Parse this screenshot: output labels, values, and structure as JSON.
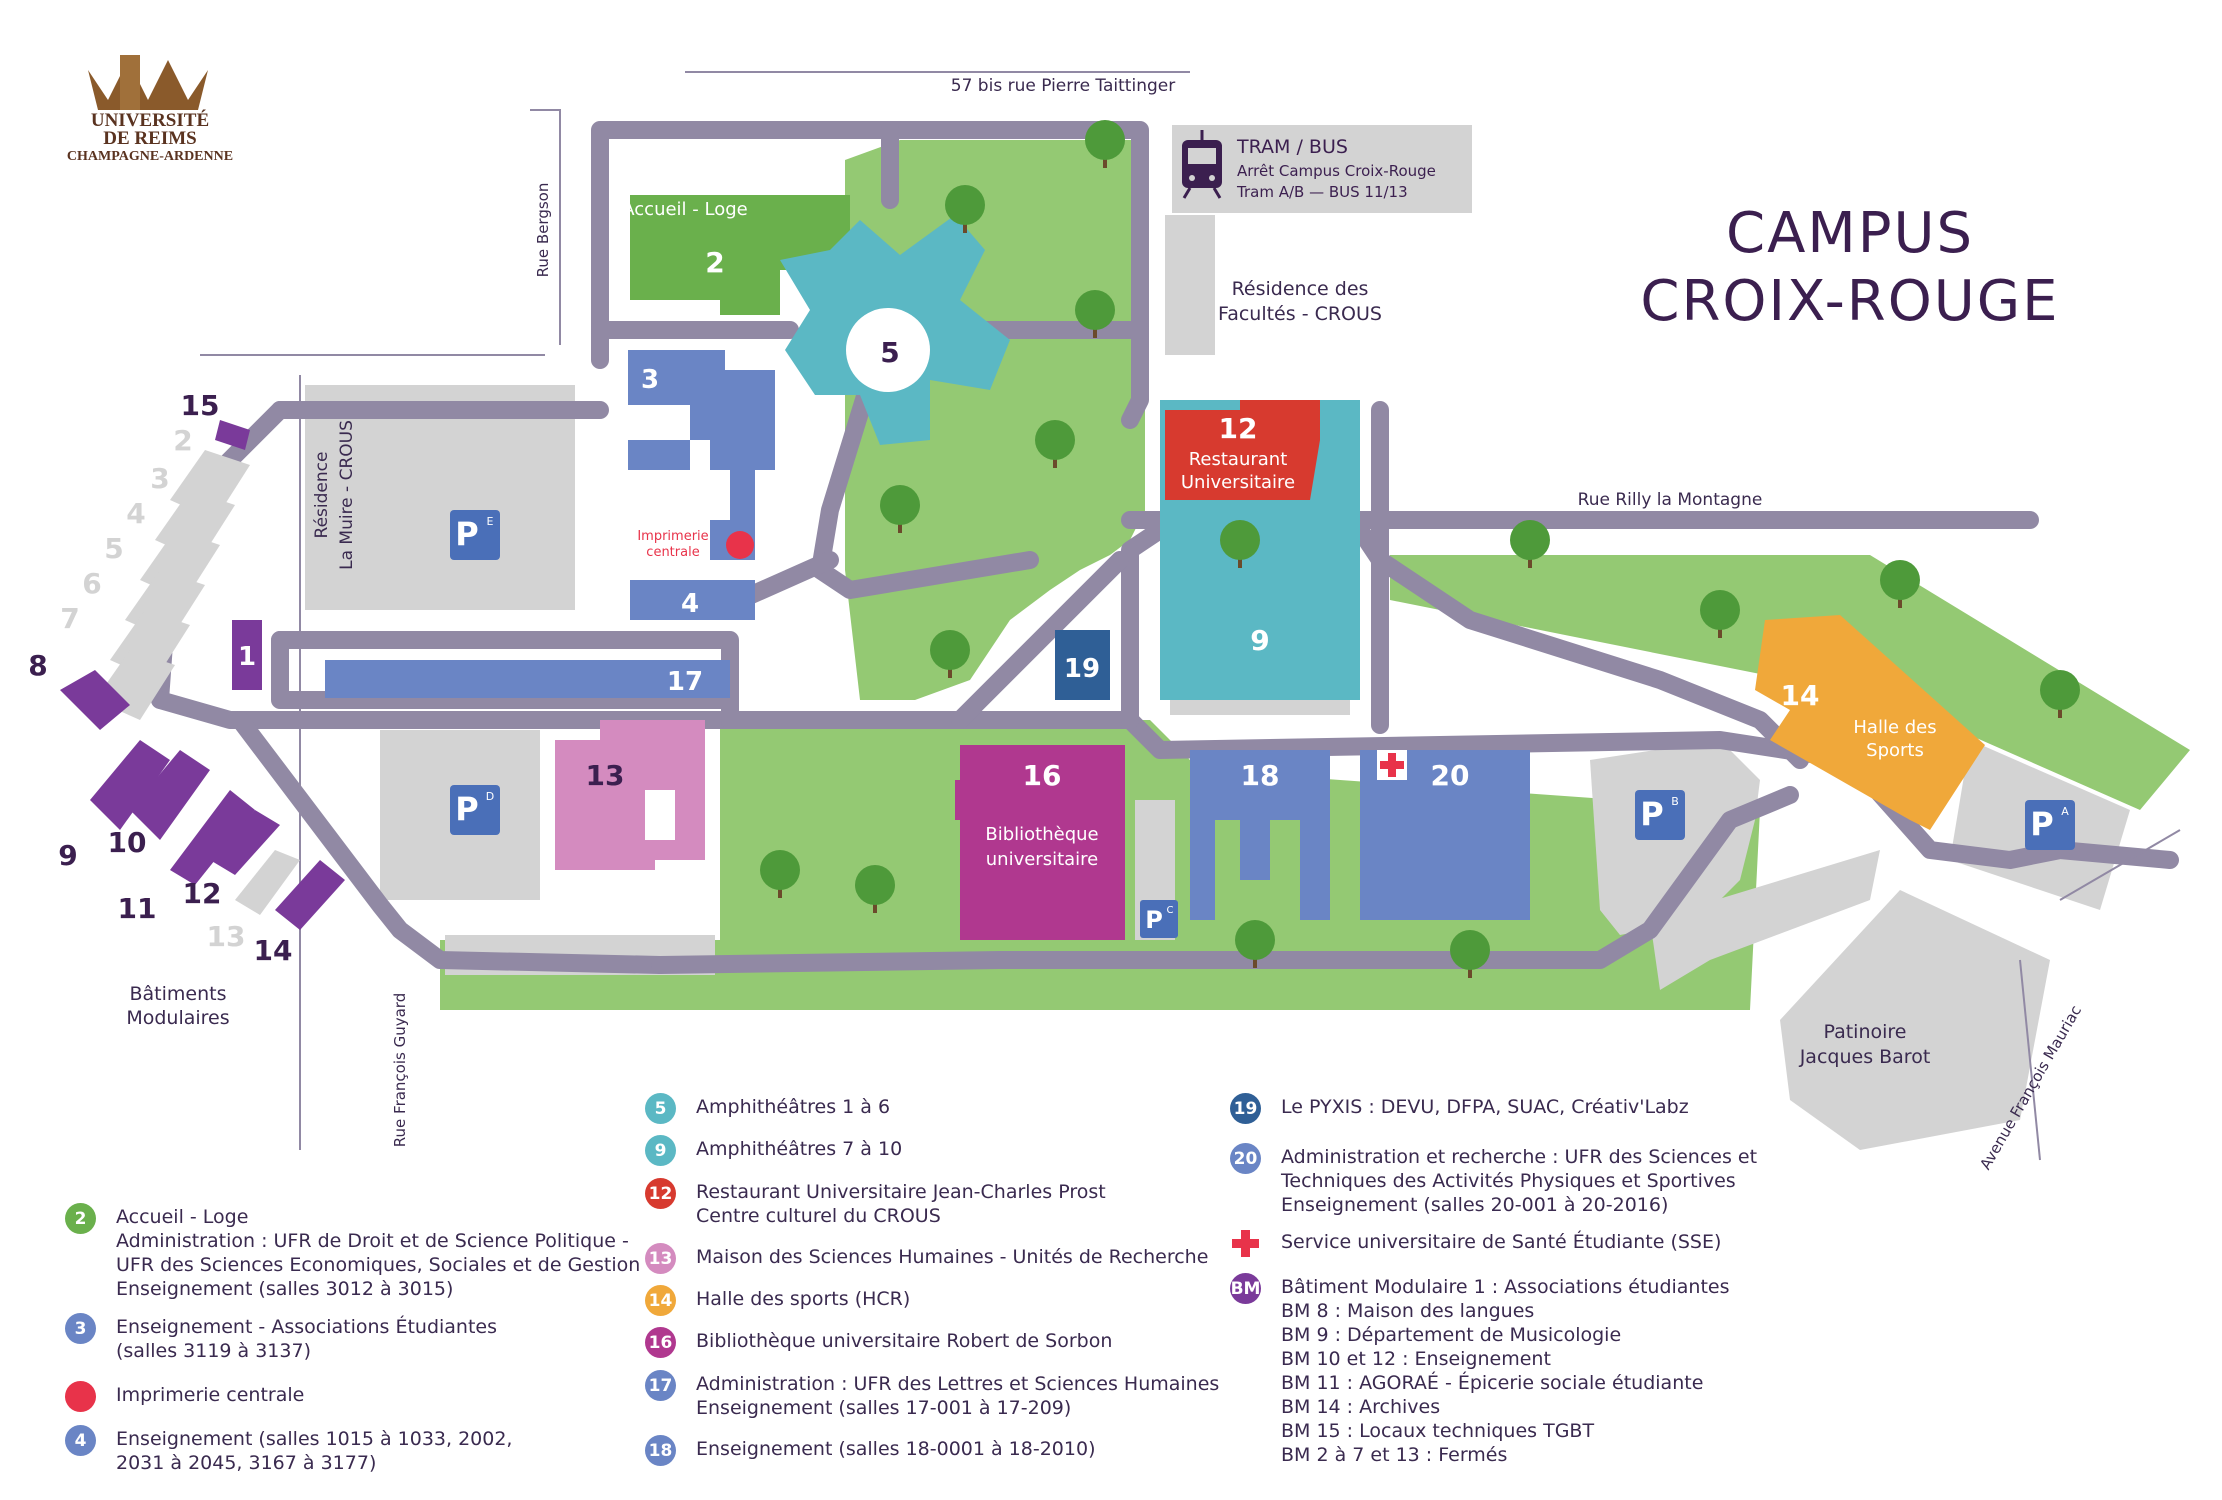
{
  "logo": {
    "line1": "UNIVERSITÉ",
    "line2": "DE REIMS",
    "line3": "CHAMPAGNE-ARDENNE"
  },
  "title": {
    "line1": "CAMPUS",
    "line2": "CROIX-ROUGE"
  },
  "streets": {
    "taittinger": "57 bis rue Pierre Taittinger",
    "bergson": "Rue Bergson",
    "rilly": "Rue Rilly la Montagne",
    "guyard": "Rue François Guyard",
    "mauriac": "Avenue François Mauriac"
  },
  "tram": {
    "title": "TRAM / BUS",
    "line1": "Arrêt Campus Croix-Rouge",
    "line2": "Tram A/B  —  BUS 11/13"
  },
  "places": {
    "residence_facultes_1": "Résidence des",
    "residence_facultes_2": "Facultés - CROUS",
    "residence_muire_1": "Résidence",
    "residence_muire_2": "La Muire - CROUS",
    "imprimerie_1": "Imprimerie",
    "imprimerie_2": "centrale",
    "patinoire_1": "Patinoire",
    "patinoire_2": "Jacques Barot",
    "modulaires_1": "Bâtiments",
    "modulaires_2": "Modulaires"
  },
  "buildings": {
    "b2_label": "Accueil - Loge",
    "b2": "2",
    "b3": "3",
    "b4": "4",
    "b5": "5",
    "b9": "9",
    "b12": "12",
    "b12_label1": "Restaurant",
    "b12_label2": "Universitaire",
    "b13": "13",
    "b14": "14",
    "b14_label1": "Halle des",
    "b14_label2": "Sports",
    "b16": "16",
    "b16_label1": "Bibliothèque",
    "b16_label2": "universitaire",
    "b17": "17",
    "b18": "18",
    "b19": "19",
    "b20": "20",
    "bm1": "1"
  },
  "modulaires": {
    "m15": "15",
    "m2": "2",
    "m3": "3",
    "m4": "4",
    "m5": "5",
    "m6": "6",
    "m7": "7",
    "m8": "8",
    "m9": "9",
    "m10": "10",
    "m11": "11",
    "m12": "12",
    "m13": "13",
    "m14": "14"
  },
  "parkings": {
    "p_letter": "P",
    "a": "A",
    "b": "B",
    "c": "C",
    "d": "D",
    "e": "E"
  },
  "legend_left": [
    {
      "badge": "2",
      "lines": [
        "Accueil - Loge",
        "Administration : UFR de Droit et de Science Politique -",
        "UFR des Sciences Economiques, Sociales et de Gestion",
        "Enseignement (salles 3012 à 3015)"
      ]
    },
    {
      "badge": "3",
      "lines": [
        "Enseignement - Associations Étudiantes",
        "(salles 3119 à 3137)"
      ]
    },
    {
      "badge": "",
      "lines": [
        "Imprimerie centrale"
      ]
    },
    {
      "badge": "4",
      "lines": [
        "Enseignement (salles 1015 à 1033, 2002,",
        "2031 à 2045, 3167 à 3177)"
      ]
    }
  ],
  "legend_mid": [
    {
      "badge": "5",
      "lines": [
        "Amphithéâtres 1 à 6"
      ]
    },
    {
      "badge": "9",
      "lines": [
        "Amphithéâtres 7 à 10"
      ]
    },
    {
      "badge": "12",
      "lines": [
        "Restaurant Universitaire Jean-Charles Prost",
        "Centre culturel du CROUS"
      ]
    },
    {
      "badge": "13",
      "lines": [
        "Maison des Sciences Humaines - Unités de Recherche"
      ]
    },
    {
      "badge": "14",
      "lines": [
        "Halle des sports (HCR)"
      ]
    },
    {
      "badge": "16",
      "lines": [
        "Bibliothèque universitaire Robert de Sorbon"
      ]
    },
    {
      "badge": "17",
      "lines": [
        "Administration : UFR des Lettres et Sciences Humaines",
        "Enseignement (salles 17-001 à 17-209)"
      ]
    },
    {
      "badge": "18",
      "lines": [
        "Enseignement (salles 18-0001 à 18-2010)"
      ]
    }
  ],
  "legend_right": [
    {
      "badge": "19",
      "lines": [
        "Le PYXIS : DEVU, DFPA, SUAC, Créativ'Labz"
      ]
    },
    {
      "badge": "20",
      "lines": [
        "Administration et recherche : UFR des Sciences et",
        "Techniques des Activités Physiques et Sportives",
        "Enseignement (salles 20-001 à 20-2016)"
      ]
    },
    {
      "badge": "",
      "lines": [
        "Service universitaire de Santé Étudiante (SSE)"
      ]
    },
    {
      "badge": "BM",
      "lines": [
        "Bâtiment Modulaire 1 : Associations étudiantes",
        "BM 8 : Maison des langues",
        "BM 9 : Département de Musicologie",
        "BM 10 et 12 : Enseignement",
        "BM 11 : AGORAÉ - Épicerie sociale étudiante",
        "BM 14 : Archives",
        "BM 15 : Locaux techniques TGBT",
        "BM 2 à 7 et 13 : Fermés"
      ]
    }
  ],
  "colors": {
    "green": "#94c973",
    "road": "#9189a4",
    "gray": "#d3d3d3",
    "b2": "#6ab04c",
    "b5": "#5bb8c4",
    "b3": "#6a85c5",
    "b12": "#d73a2f",
    "b13": "#d48bbf",
    "b14": "#f0a83a",
    "b16": "#b0388f",
    "b19": "#2f5f96",
    "purple": "#7a3a9a",
    "dark": "#3b1f4f"
  }
}
